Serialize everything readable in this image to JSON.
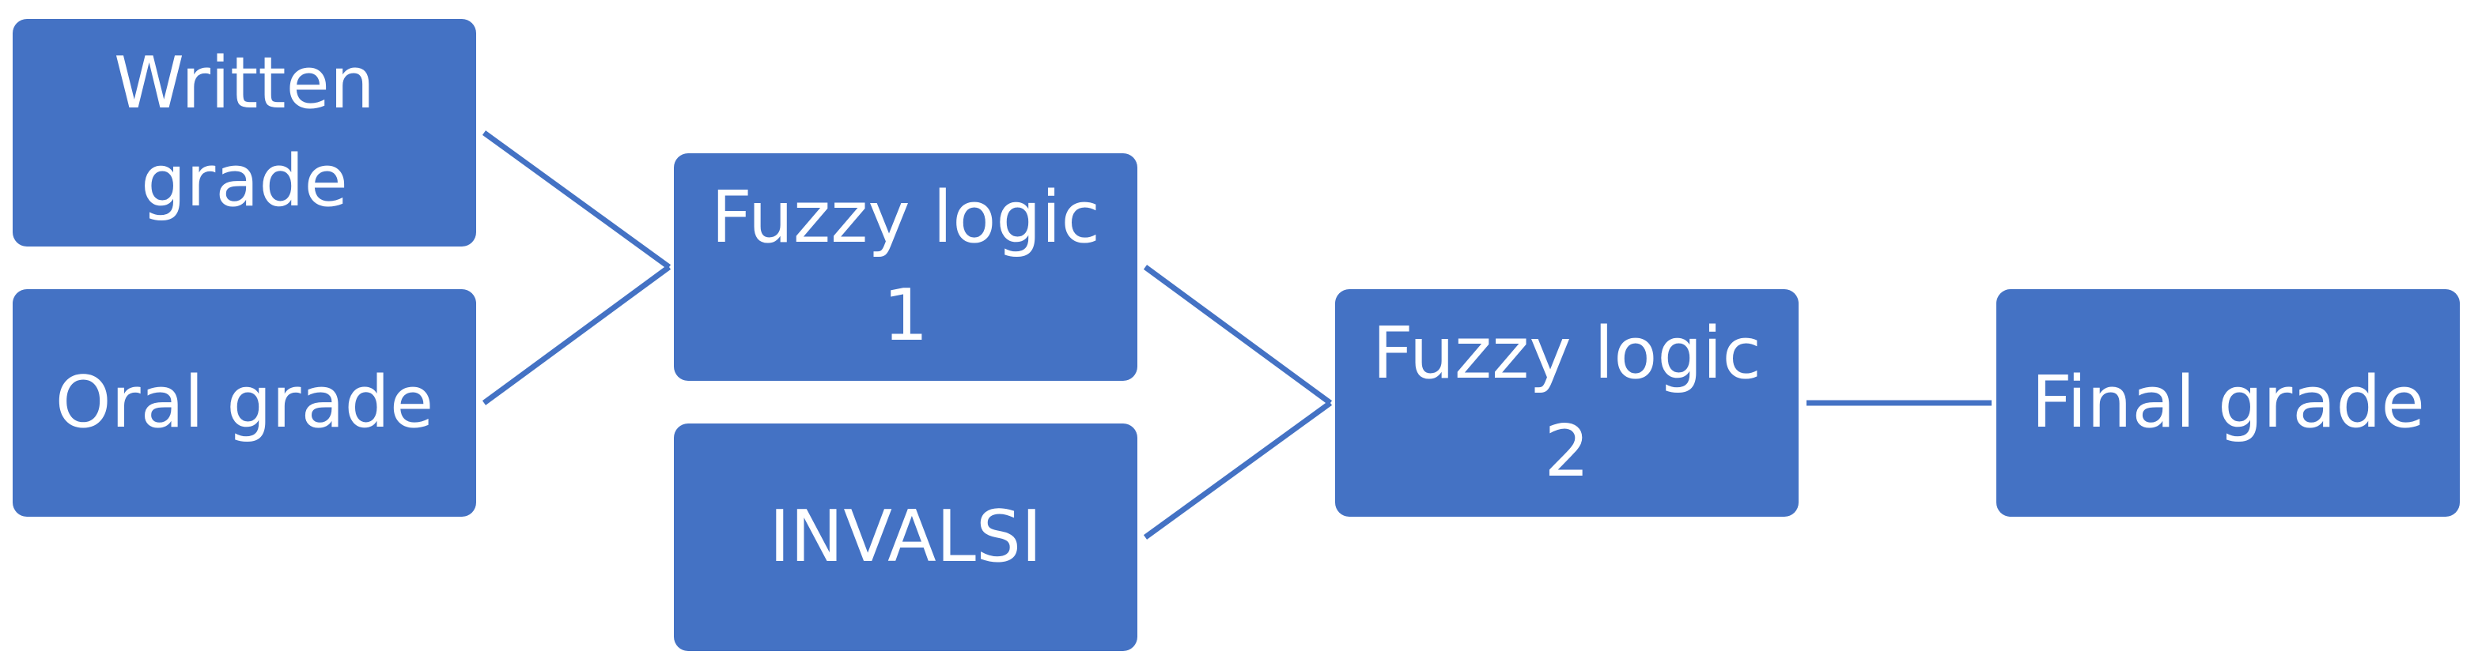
{
  "nodes": {
    "written_grade": "Written\ngrade",
    "oral_grade": "Oral grade",
    "fuzzy_logic_1": "Fuzzy logic\n1",
    "invalsi": "INVALSI",
    "fuzzy_logic_2": "Fuzzy logic\n2",
    "final_grade": "Final grade"
  },
  "edges": [
    {
      "from": "written_grade",
      "to": "fuzzy_logic_1"
    },
    {
      "from": "oral_grade",
      "to": "fuzzy_logic_1"
    },
    {
      "from": "fuzzy_logic_1",
      "to": "fuzzy_logic_2"
    },
    {
      "from": "invalsi",
      "to": "fuzzy_logic_2"
    },
    {
      "from": "fuzzy_logic_2",
      "to": "final_grade"
    }
  ],
  "colors": {
    "box_fill": "#4472c4",
    "connector": "#4472c4",
    "text": "#ffffff"
  }
}
